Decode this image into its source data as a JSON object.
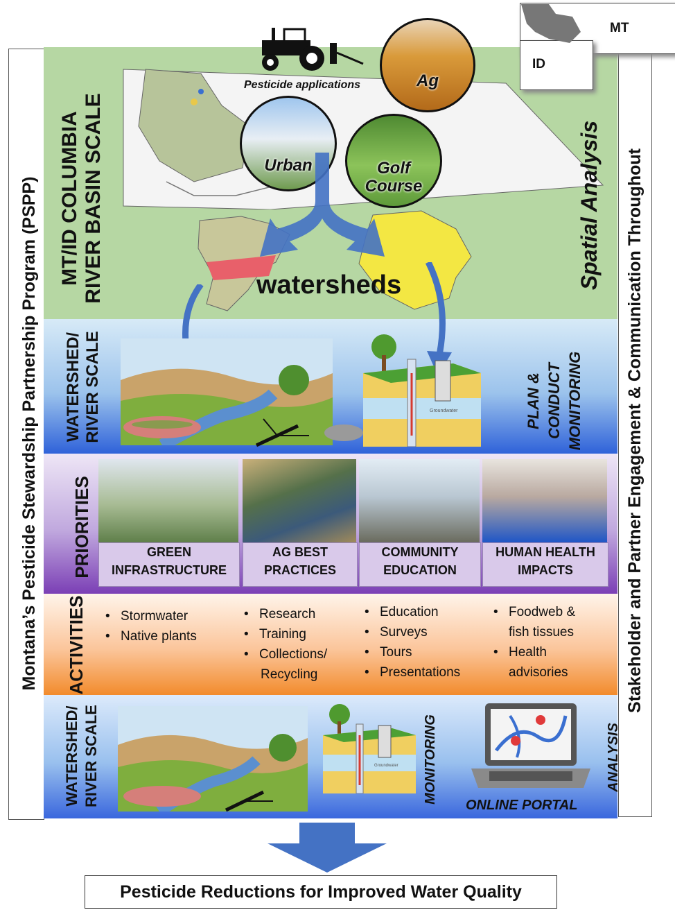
{
  "left_label": "Montana’s Pesticide Stewardship Partnership Program (PSPP)",
  "right_label": "Stakeholder and Partner Engagement & Communication Throughout",
  "inset_map": {
    "state_1": "MT",
    "state_2": "ID"
  },
  "basin": {
    "title_line_1": "MT/ID COLUMBIA",
    "title_line_2": "RIVER BASIN SCALE",
    "pesticide_label": "Pesticide applications",
    "ag_label": "Ag",
    "urban_label": "Urban",
    "golf_label_1": "Golf",
    "golf_label_2": "Course",
    "watersheds_label": "watersheds",
    "spatial_label": "Spatial Analysis"
  },
  "watershed_top": {
    "title_line_1": "WATERSHED/",
    "title_line_2": "RIVER SCALE",
    "right_line_1": "PLAN &",
    "right_line_2": "CONDUCT",
    "right_line_3": "MONITORING",
    "groundwater_label": "Groundwater"
  },
  "priorities": {
    "title": "PRIORITIES",
    "items": [
      {
        "line1": "GREEN",
        "line2": "INFRASTRUCTURE"
      },
      {
        "line1": "AG BEST",
        "line2": "PRACTICES"
      },
      {
        "line1": "COMMUNITY",
        "line2": "EDUCATION"
      },
      {
        "line1": "HUMAN HEALTH",
        "line2": "IMPACTS"
      }
    ]
  },
  "activities": {
    "title": "ACTIVITIES",
    "columns": [
      [
        "Stormwater",
        "Native plants"
      ],
      [
        "Research",
        "Training",
        "Collections/",
        "Recycling"
      ],
      [
        "Education",
        "Surveys",
        "Tours",
        "Presentations"
      ],
      [
        "Foodweb &",
        "fish tissues",
        "Health",
        "advisories"
      ]
    ]
  },
  "watershed_bottom": {
    "title_line_1": "WATERSHED/",
    "title_line_2": "RIVER SCALE",
    "monitoring_label": "MONITORING",
    "portal_label": "ONLINE PORTAL",
    "analysis_label": "ANALYSIS",
    "groundwater_label": "Groundwater"
  },
  "outcome": "Pesticide Reductions for Improved Water Quality",
  "colors": {
    "basin_band": "#b6d7a3",
    "watershed_band": "#2f62d9",
    "priorities_band": "#7b3fb5",
    "activities_band": "#f28b2c",
    "arrow_blue": "#4472c4"
  }
}
